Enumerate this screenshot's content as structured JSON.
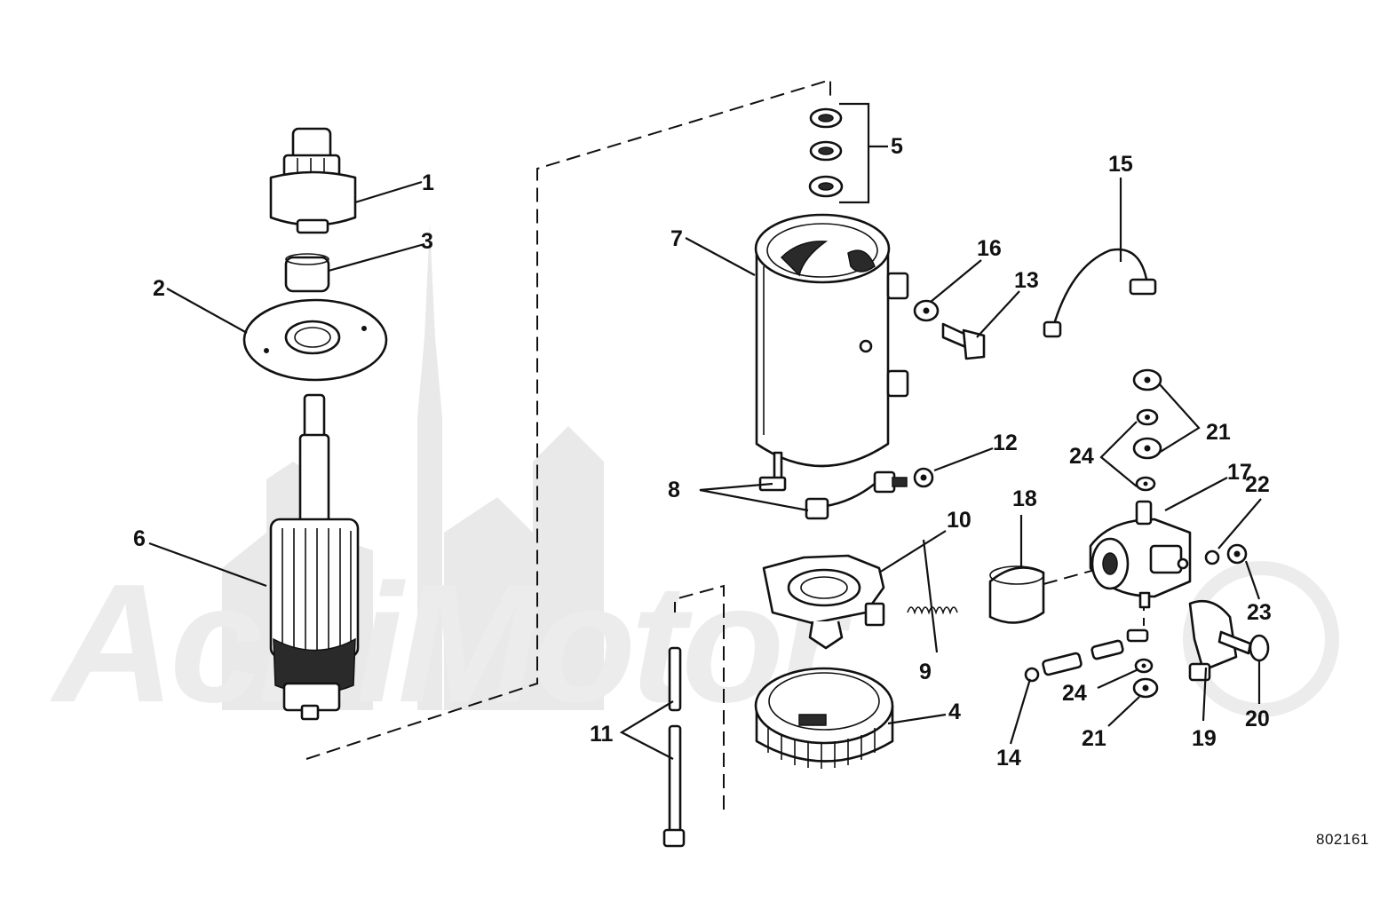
{
  "diagram": {
    "drawing_number": "802161",
    "watermark_text": "AchiMotor",
    "callouts": {
      "c1": "1",
      "c2": "2",
      "c3": "3",
      "c4": "4",
      "c5": "5",
      "c6": "6",
      "c7": "7",
      "c8": "8",
      "c9": "9",
      "c10": "10",
      "c11": "11",
      "c12": "12",
      "c13": "13",
      "c14": "14",
      "c15": "15",
      "c16": "16",
      "c17": "17",
      "c18": "18",
      "c19": "19",
      "c20": "20",
      "c21a": "21",
      "c21b": "21",
      "c22": "22",
      "c23": "23",
      "c24a": "24",
      "c24b": "24"
    }
  }
}
